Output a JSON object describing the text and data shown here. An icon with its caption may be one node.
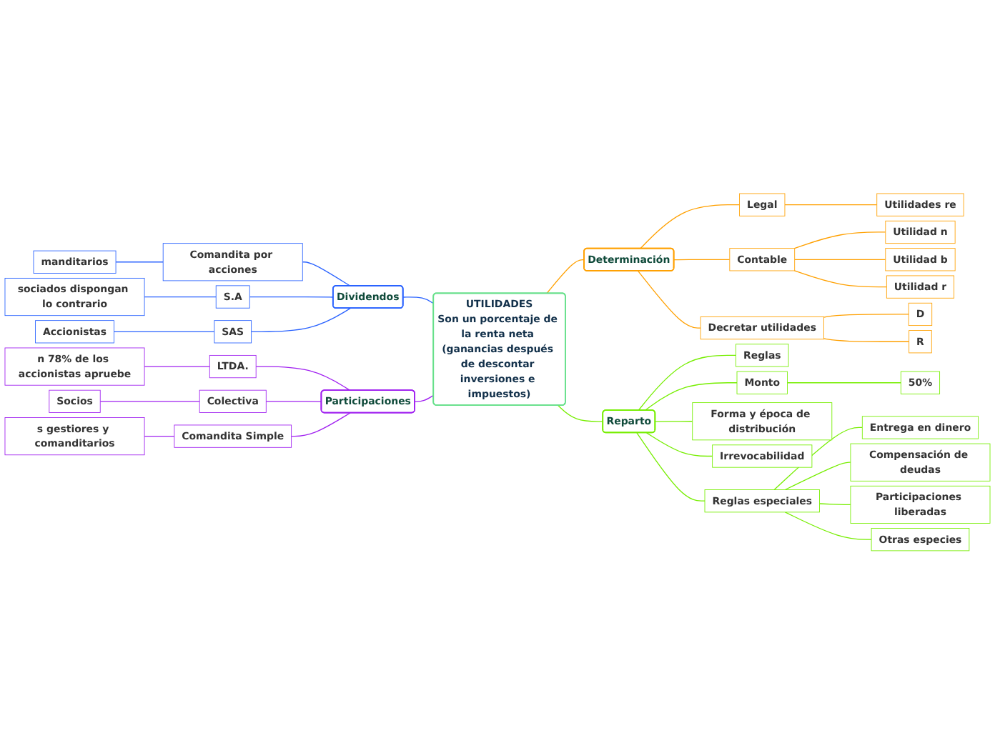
{
  "diagram": {
    "nodes": [
      {
        "text": [
          "UTILIDADES",
          "Son un porcentaje de la renta neta (ganancias después de descontar inversiones e impuestos)"
        ]
      },
      {
        "text": [
          "Dividendos"
        ]
      },
      {
        "text": [
          "Comandita por acciones"
        ]
      },
      {
        "text": [
          "manditarios"
        ]
      },
      {
        "text": [
          "S.A"
        ]
      },
      {
        "text": [
          "sociados dispongan lo contrario"
        ]
      },
      {
        "text": [
          "SAS"
        ]
      },
      {
        "text": [
          "Accionistas"
        ]
      },
      {
        "text": [
          "Participaciones"
        ]
      },
      {
        "text": [
          "LTDA."
        ]
      },
      {
        "text": [
          "n 78% de los accionistas apruebe"
        ]
      },
      {
        "text": [
          "Colectiva"
        ]
      },
      {
        "text": [
          "Socios"
        ]
      },
      {
        "text": [
          "Comandita Simple"
        ]
      },
      {
        "text": [
          "s gestiores y comanditarios"
        ]
      },
      {
        "text": [
          "Determinación"
        ]
      },
      {
        "text": [
          "Legal"
        ]
      },
      {
        "text": [
          "Utilidades re"
        ]
      },
      {
        "text": [
          "Contable"
        ]
      },
      {
        "text": [
          "Utilidad n"
        ]
      },
      {
        "text": [
          "Utilidad b"
        ]
      },
      {
        "text": [
          "Utilidad r"
        ]
      },
      {
        "text": [
          "Decretar utilidades"
        ]
      },
      {
        "text": [
          "D"
        ]
      },
      {
        "text": [
          "R"
        ]
      },
      {
        "text": [
          "Reparto"
        ]
      },
      {
        "text": [
          "Reglas"
        ]
      },
      {
        "text": [
          "Monto"
        ]
      },
      {
        "text": [
          "50%"
        ]
      },
      {
        "text": [
          "Forma y época de distribución"
        ]
      },
      {
        "text": [
          "Irrevocabilidad"
        ]
      },
      {
        "text": [
          "Reglas especiales"
        ]
      },
      {
        "text": [
          "Entrega en dinero"
        ]
      },
      {
        "text": [
          "Compensación de deudas"
        ]
      },
      {
        "text": [
          "Participaciones liberadas"
        ]
      },
      {
        "text": [
          "Otras especies"
        ]
      }
    ],
    "edges": [
      {
        "from": 3,
        "to": 2,
        "arrow": "none",
        "color": "#2962ff"
      },
      {
        "from": 2,
        "to": 1,
        "arrow": "none",
        "color": "#2962ff"
      },
      {
        "from": 5,
        "to": 4,
        "arrow": "none",
        "color": "#2962ff"
      },
      {
        "from": 4,
        "to": 1,
        "arrow": "none",
        "color": "#2962ff"
      },
      {
        "from": 7,
        "to": 6,
        "arrow": "none",
        "color": "#2962ff"
      },
      {
        "from": 6,
        "to": 1,
        "arrow": "none",
        "color": "#2962ff"
      },
      {
        "from": 1,
        "to": 0,
        "arrow": "none",
        "color": "#2962ff"
      },
      {
        "from": 10,
        "to": 9,
        "arrow": "none",
        "color": "#a020f0"
      },
      {
        "from": 9,
        "to": 8,
        "arrow": "none",
        "color": "#a020f0"
      },
      {
        "from": 12,
        "to": 11,
        "arrow": "none",
        "color": "#a020f0"
      },
      {
        "from": 11,
        "to": 8,
        "arrow": "none",
        "color": "#a020f0"
      },
      {
        "from": 14,
        "to": 13,
        "arrow": "none",
        "color": "#a020f0"
      },
      {
        "from": 13,
        "to": 8,
        "arrow": "none",
        "color": "#a020f0"
      },
      {
        "from": 8,
        "to": 0,
        "arrow": "none",
        "color": "#a020f0"
      },
      {
        "from": 0,
        "to": 15,
        "arrow": "none",
        "color": "#ffa000"
      },
      {
        "from": 15,
        "to": 16,
        "arrow": "none",
        "color": "#ffa000"
      },
      {
        "from": 16,
        "to": 17,
        "arrow": "none",
        "color": "#ffa000"
      },
      {
        "from": 15,
        "to": 18,
        "arrow": "none",
        "color": "#ffa000"
      },
      {
        "from": 18,
        "to": 19,
        "arrow": "none",
        "color": "#ffa000"
      },
      {
        "from": 18,
        "to": 20,
        "arrow": "none",
        "color": "#ffa000"
      },
      {
        "from": 18,
        "to": 21,
        "arrow": "none",
        "color": "#ffa000"
      },
      {
        "from": 15,
        "to": 22,
        "arrow": "none",
        "color": "#ffa000"
      },
      {
        "from": 22,
        "to": 23,
        "arrow": "none",
        "color": "#ffa000"
      },
      {
        "from": 22,
        "to": 24,
        "arrow": "none",
        "color": "#ffa000"
      },
      {
        "from": 0,
        "to": 25,
        "arrow": "none",
        "color": "#76ee00"
      },
      {
        "from": 25,
        "to": 26,
        "arrow": "none",
        "color": "#76ee00"
      },
      {
        "from": 25,
        "to": 27,
        "arrow": "none",
        "color": "#76ee00"
      },
      {
        "from": 27,
        "to": 28,
        "arrow": "none",
        "color": "#76ee00"
      },
      {
        "from": 25,
        "to": 29,
        "arrow": "none",
        "color": "#76ee00"
      },
      {
        "from": 25,
        "to": 30,
        "arrow": "none",
        "color": "#76ee00"
      },
      {
        "from": 25,
        "to": 31,
        "arrow": "none",
        "color": "#76ee00"
      },
      {
        "from": 31,
        "to": 32,
        "arrow": "none",
        "color": "#76ee00"
      },
      {
        "from": 31,
        "to": 33,
        "arrow": "none",
        "color": "#76ee00"
      },
      {
        "from": 31,
        "to": 34,
        "arrow": "none",
        "color": "#76ee00"
      },
      {
        "from": 31,
        "to": 35,
        "arrow": "none",
        "color": "#76ee00"
      }
    ]
  }
}
